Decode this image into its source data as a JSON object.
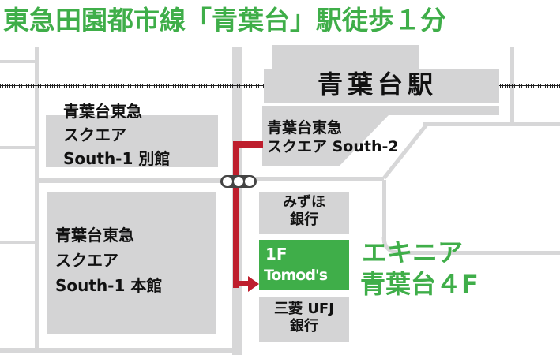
{
  "header": {
    "title": "東急田園都市線「青葉台」駅徒歩１分"
  },
  "map": {
    "station": {
      "label": "青葉台駅"
    },
    "buildings": [
      {
        "id": "south1-annex",
        "lines": [
          "青葉台東急",
          "スクエア",
          "South-1 別館"
        ]
      },
      {
        "id": "south2",
        "lines": [
          "青葉台東急",
          "スクエア South-2"
        ]
      },
      {
        "id": "south1-main",
        "lines": [
          "青葉台東急",
          "スクエア",
          "South-1 本館"
        ]
      },
      {
        "id": "mizuho",
        "lines": [
          "みずほ",
          "銀行"
        ]
      },
      {
        "id": "mufg",
        "lines": [
          "三菱 UFJ",
          "銀行"
        ]
      }
    ],
    "destination": {
      "floor": "1F",
      "name": "Tomod's",
      "mall_line1": "エキニア",
      "mall_line2": "青葉台４F"
    },
    "icons": {
      "rail": "railway-track",
      "crossing": "traffic-signal-icon",
      "route": "walking-route-arrow"
    }
  },
  "colors": {
    "brand_green": "#3fae49",
    "route_red": "#be1e2d",
    "building_gray": "#d4d4d5",
    "road_gray": "#d7d7d8"
  }
}
